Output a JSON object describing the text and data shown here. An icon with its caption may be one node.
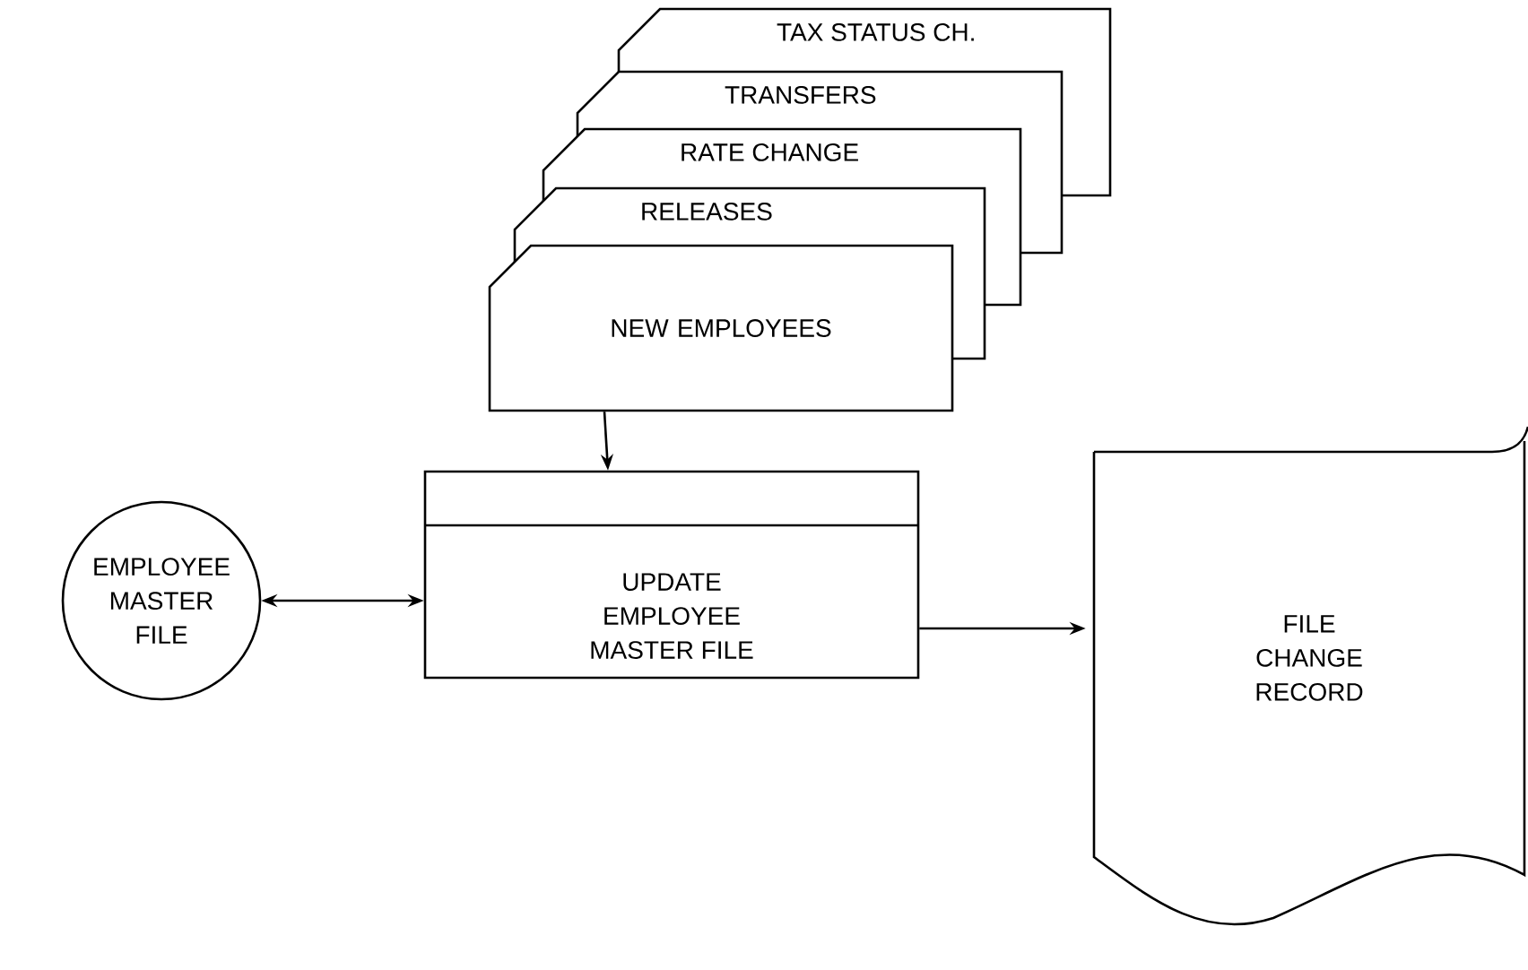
{
  "diagram": {
    "nodes": [
      {
        "text": [
          "TAX STATUS CH."
        ]
      },
      {
        "text": [
          "TRANSFERS"
        ]
      },
      {
        "text": [
          "RATE CHANGE"
        ]
      },
      {
        "text": [
          "RELEASES"
        ]
      },
      {
        "text": [
          "NEW EMPLOYEES"
        ]
      },
      {
        "text": [
          "UPDATE EMPLOYEE MASTER FILE"
        ]
      },
      {
        "text": [
          "EMPLOYEE MASTER FILE"
        ]
      },
      {
        "text": [
          "FILE CHANGE RECORD"
        ]
      }
    ],
    "edges": [
      {
        "from": 4,
        "to": 5,
        "arrow": "to"
      },
      {
        "from": 6,
        "to": 5,
        "arrow": "both"
      },
      {
        "from": 5,
        "to": 7,
        "arrow": "to"
      }
    ]
  }
}
